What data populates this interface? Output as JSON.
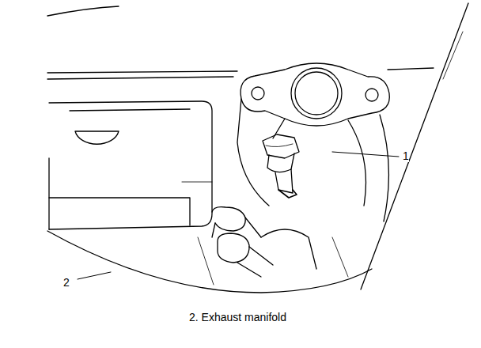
{
  "diagram": {
    "caption": "2. Exhaust manifold",
    "labels": [
      "1",
      "2"
    ]
  }
}
